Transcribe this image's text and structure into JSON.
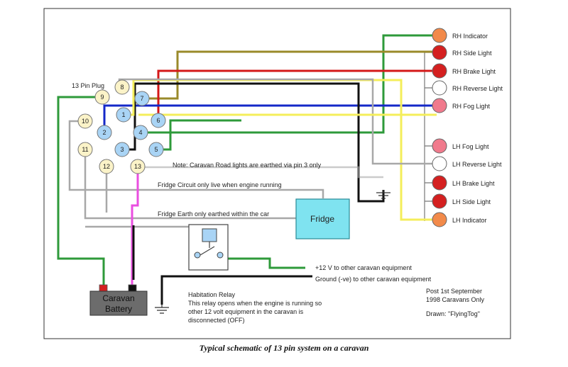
{
  "title": "Typical schematic of 13 pin system on a caravan",
  "plug_label": "13 Pin Plug",
  "pins": [
    {
      "num": "1",
      "fill": "#a9d4f5"
    },
    {
      "num": "2",
      "fill": "#a9d4f5"
    },
    {
      "num": "3",
      "fill": "#a9d4f5"
    },
    {
      "num": "4",
      "fill": "#a9d4f5"
    },
    {
      "num": "5",
      "fill": "#a9d4f5"
    },
    {
      "num": "6",
      "fill": "#a9d4f5"
    },
    {
      "num": "7",
      "fill": "#a9d4f5"
    },
    {
      "num": "8",
      "fill": "#fbf3c8"
    },
    {
      "num": "9",
      "fill": "#fbf3c8"
    },
    {
      "num": "10",
      "fill": "#fbf3c8"
    },
    {
      "num": "11",
      "fill": "#fbf3c8"
    },
    {
      "num": "12",
      "fill": "#fbf3c8"
    },
    {
      "num": "13",
      "fill": "#fbf3c8"
    }
  ],
  "lights": [
    {
      "label": "RH Indicator",
      "color": "#f28a4a"
    },
    {
      "label": "RH Side Light",
      "color": "#d42020"
    },
    {
      "label": "RH Brake Light",
      "color": "#d42020"
    },
    {
      "label": "RH Reverse Light",
      "color": "#ffffff"
    },
    {
      "label": "RH Fog Light",
      "color": "#f07a8c"
    },
    {
      "label": "LH Fog Light",
      "color": "#f07a8c"
    },
    {
      "label": "LH Reverse Light",
      "color": "#ffffff"
    },
    {
      "label": "LH Brake Light",
      "color": "#d42020"
    },
    {
      "label": "LH Side Light",
      "color": "#d42020"
    },
    {
      "label": "LH Indicator",
      "color": "#f28a4a"
    }
  ],
  "notes": {
    "earth_note": "Note: Caravan Road lights are earthed via pin 3 only",
    "fridge_circuit": "Fridge Circuit only live when engine running",
    "fridge_earth": "Fridge Earth only earthed within the car",
    "plus12": "+12 V to other caravan equipment",
    "ground": "Ground (-ve) to other caravan equipment"
  },
  "fridge_label": "Fridge",
  "battery": {
    "line1": "Caravan",
    "line2": "Battery"
  },
  "relay_text": [
    "Habitation Relay",
    "This relay opens when the engine is running so",
    "other 12 volt equipment in the caravan is",
    "disconnected (OFF)"
  ],
  "post_note": [
    "Post 1st September",
    "1998 Caravans Only"
  ],
  "drawn_by": "Drawn: \"FlyingTog\"",
  "wire_colors": {
    "green": "#2e9a3a",
    "olive": "#9a8a2a",
    "red": "#d41818",
    "black": "#111111",
    "blue": "#1428c8",
    "yellow": "#f4ee5a",
    "grey": "#a8a8a8",
    "magenta": "#ea4ee0"
  }
}
